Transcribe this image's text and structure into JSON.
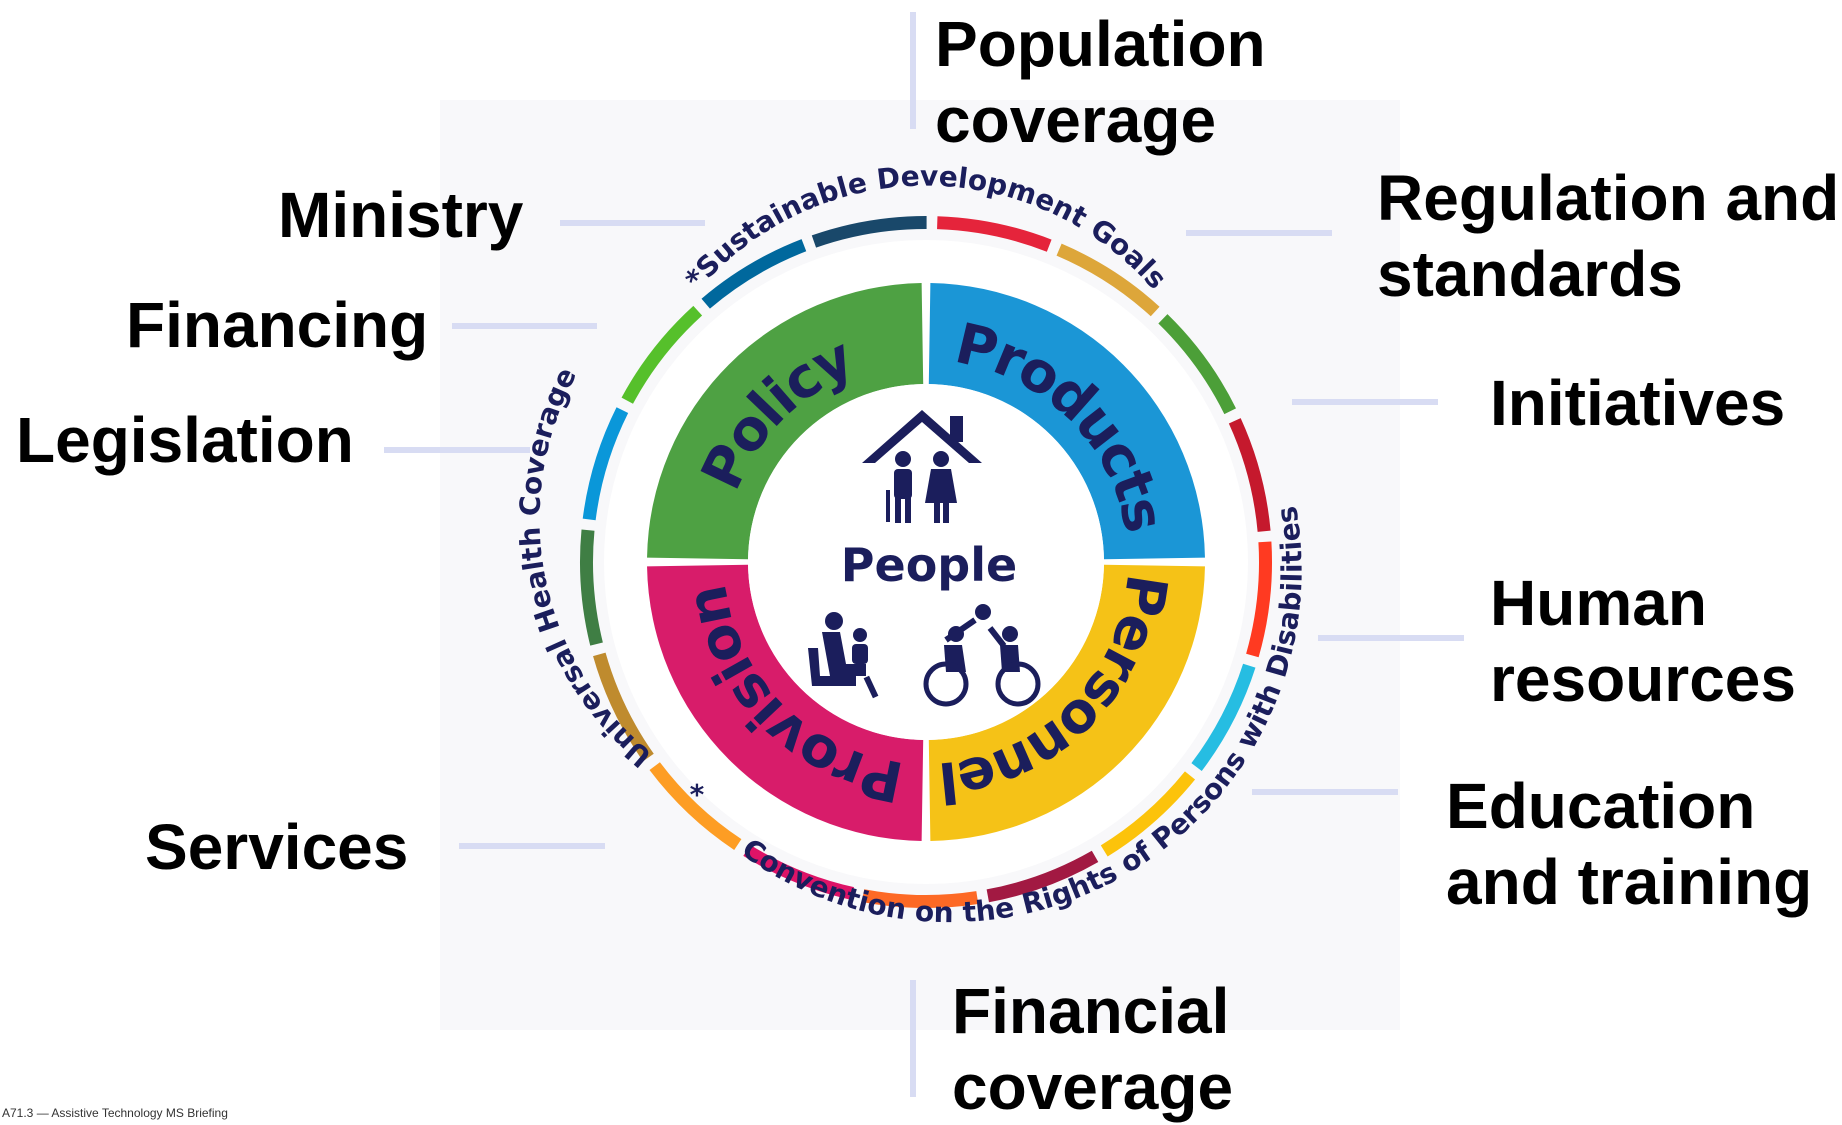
{
  "center": {
    "label": "People",
    "color": "#1b1e5c"
  },
  "quadrants": [
    {
      "label": "Policy",
      "color": "#4ea143"
    },
    {
      "label": "Products",
      "color": "#1b96d6"
    },
    {
      "label": "Personnel",
      "color": "#f5c217"
    },
    {
      "label": "Provision",
      "color": "#d81c6a"
    }
  ],
  "ring_text": {
    "top": "*Sustainable Development Goals",
    "left": "Universal Health Coverage",
    "right": "Convention on the Rights of Persons with Disabilities",
    "separator": "*",
    "color": "#1b1e5c"
  },
  "sdg_colors": [
    "#e5243b",
    "#dda63a",
    "#4c9f38",
    "#c5192d",
    "#ff3a21",
    "#26bde2",
    "#fcc30b",
    "#a21942",
    "#fd6925",
    "#dd1367",
    "#fd9d24",
    "#bf8b2e",
    "#3f7e44",
    "#0a97d9",
    "#56c02b",
    "#00689d",
    "#19486a"
  ],
  "outer_labels": {
    "population_coverage": [
      "Population",
      "coverage"
    ],
    "regulation_standards": [
      "Regulation and",
      "standards"
    ],
    "initiatives": [
      "Initiatives"
    ],
    "human_resources": [
      "Human",
      "resources"
    ],
    "education_training": [
      "Education",
      "and training"
    ],
    "financial_coverage": [
      "Financial",
      "coverage"
    ],
    "ministry": [
      "Ministry"
    ],
    "financing": [
      "Financing"
    ],
    "legislation": [
      "Legislation"
    ],
    "services": [
      "Services"
    ]
  },
  "footer": "A71.3 — Assistive Technology MS Briefing"
}
